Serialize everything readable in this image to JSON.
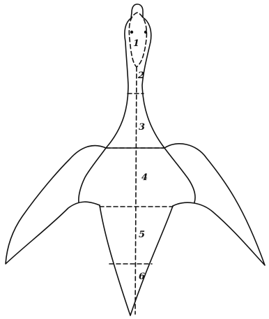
{
  "labels": {
    "region_1": "1",
    "region_2": "2",
    "region_3": "3",
    "region_4": "4",
    "region_5": "5",
    "region_6": "6"
  }
}
